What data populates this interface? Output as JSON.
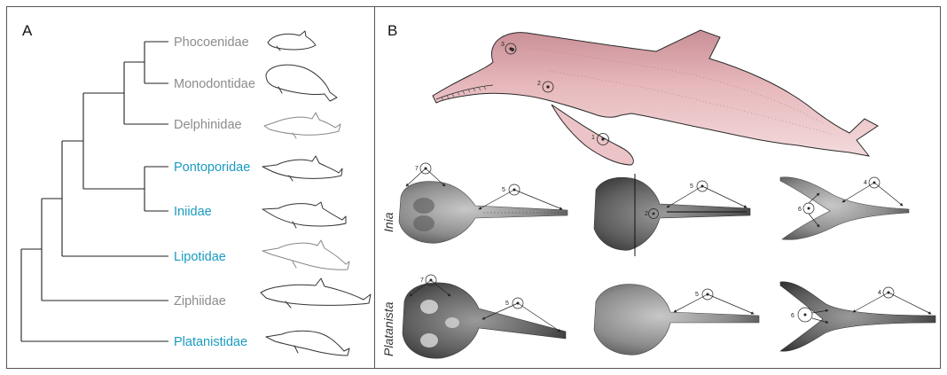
{
  "figure": {
    "colors": {
      "border": "#555555",
      "tree": "#222222",
      "gray_label": "#8c8c8c",
      "highlight_label": "#1a9bc0",
      "dolphin_skin": "#e7b9bd",
      "bone": "#8f8f8f"
    },
    "panel_a": {
      "label": "A",
      "taxa": [
        {
          "name": "Phocoenidae",
          "highlight": false,
          "silhouette": "porpoise-icon"
        },
        {
          "name": "Monodontidae",
          "highlight": false,
          "silhouette": "beluga-icon"
        },
        {
          "name": "Delphinidae",
          "highlight": false,
          "silhouette": "dolphin-icon"
        },
        {
          "name": "Pontoporidae",
          "highlight": true,
          "silhouette": "franciscana-icon"
        },
        {
          "name": "Iniidae",
          "highlight": true,
          "silhouette": "river-dolphin-icon"
        },
        {
          "name": "Lipotidae",
          "highlight": true,
          "silhouette": "baiji-icon"
        },
        {
          "name": "Ziphiidae",
          "highlight": false,
          "silhouette": "beaked-whale-icon"
        },
        {
          "name": "Platanistidae",
          "highlight": true,
          "silhouette": "ganges-dolphin-icon"
        }
      ]
    },
    "panel_b": {
      "label": "B",
      "rows": [
        {
          "genus": "Inia"
        },
        {
          "genus": "Platanista"
        }
      ],
      "markers": [
        "1",
        "2",
        "3",
        "4",
        "5",
        "6",
        "7"
      ]
    }
  }
}
